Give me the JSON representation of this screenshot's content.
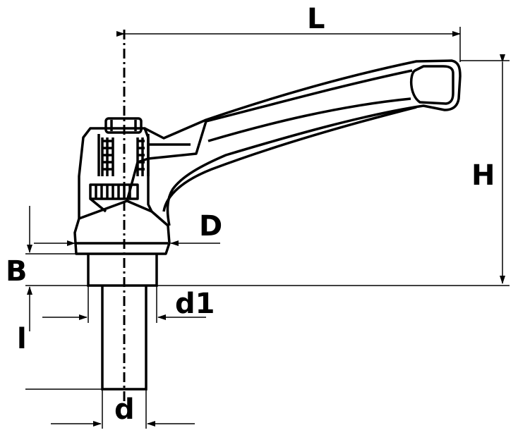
{
  "diagram": {
    "labels": {
      "L": "L",
      "H": "H",
      "D": "D",
      "B": "B",
      "d1": "d1",
      "l": "l",
      "d": "d"
    }
  },
  "colors": {
    "line": "#000000",
    "background": "#ffffff"
  }
}
